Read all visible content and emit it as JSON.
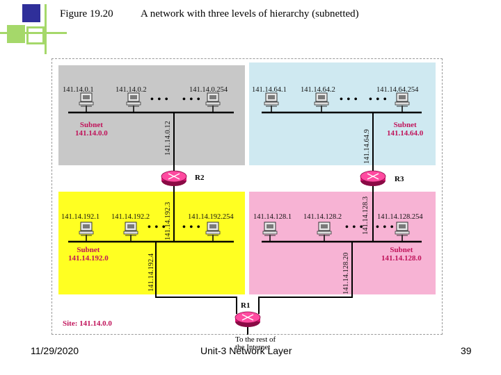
{
  "slide": {
    "figure_number": "Figure 19.20",
    "figure_caption": "A network with three levels of hierarchy (subnetted)",
    "date": "11/29/2020",
    "footer_title": "Unit-3 Network Layer",
    "page_number": "39"
  },
  "diagram": {
    "site_label": "Site: 141.14.0.0",
    "internet_label_line1": "To the rest of",
    "internet_label_line2": "the Internet",
    "ellipsis": "• • •",
    "routers": {
      "r1": "R1",
      "r2": "R2",
      "r3": "R3"
    },
    "subnets": {
      "top_left": {
        "title": "Subnet",
        "address": "141.14.0.0",
        "hosts": [
          "141.14.0.1",
          "141.14.0.2",
          "141.14.0.254"
        ],
        "router_interface": "141.14.0.12"
      },
      "top_right": {
        "title": "Subnet",
        "address": "141.14.64.0",
        "hosts": [
          "141.14.64.1",
          "141.14.64.2",
          "141.14.64.254"
        ],
        "router_interface": "141.14.64.9"
      },
      "bottom_left": {
        "title": "Subnet",
        "address": "141.14.192.0",
        "hosts": [
          "141.14.192.1",
          "141.14.192.2",
          "141.14.192.254"
        ],
        "router_interface": "141.14.192.3",
        "uplink_interface": "141.14.192.4"
      },
      "bottom_right": {
        "title": "Subnet",
        "address": "141.14.128.0",
        "hosts": [
          "141.14.128.1",
          "141.14.128.2",
          "141.14.128.254"
        ],
        "router_interface": "141.14.128.3",
        "uplink_interface": "141.14.128.20"
      }
    },
    "colors": {
      "top_left_bg": "#c8c8c8",
      "top_right_bg": "#cfe9f1",
      "bottom_left_bg": "#ffff22",
      "bottom_right_bg": "#f7b3d4",
      "router": "#e8157a",
      "subnet_text": "#c0135a"
    }
  }
}
